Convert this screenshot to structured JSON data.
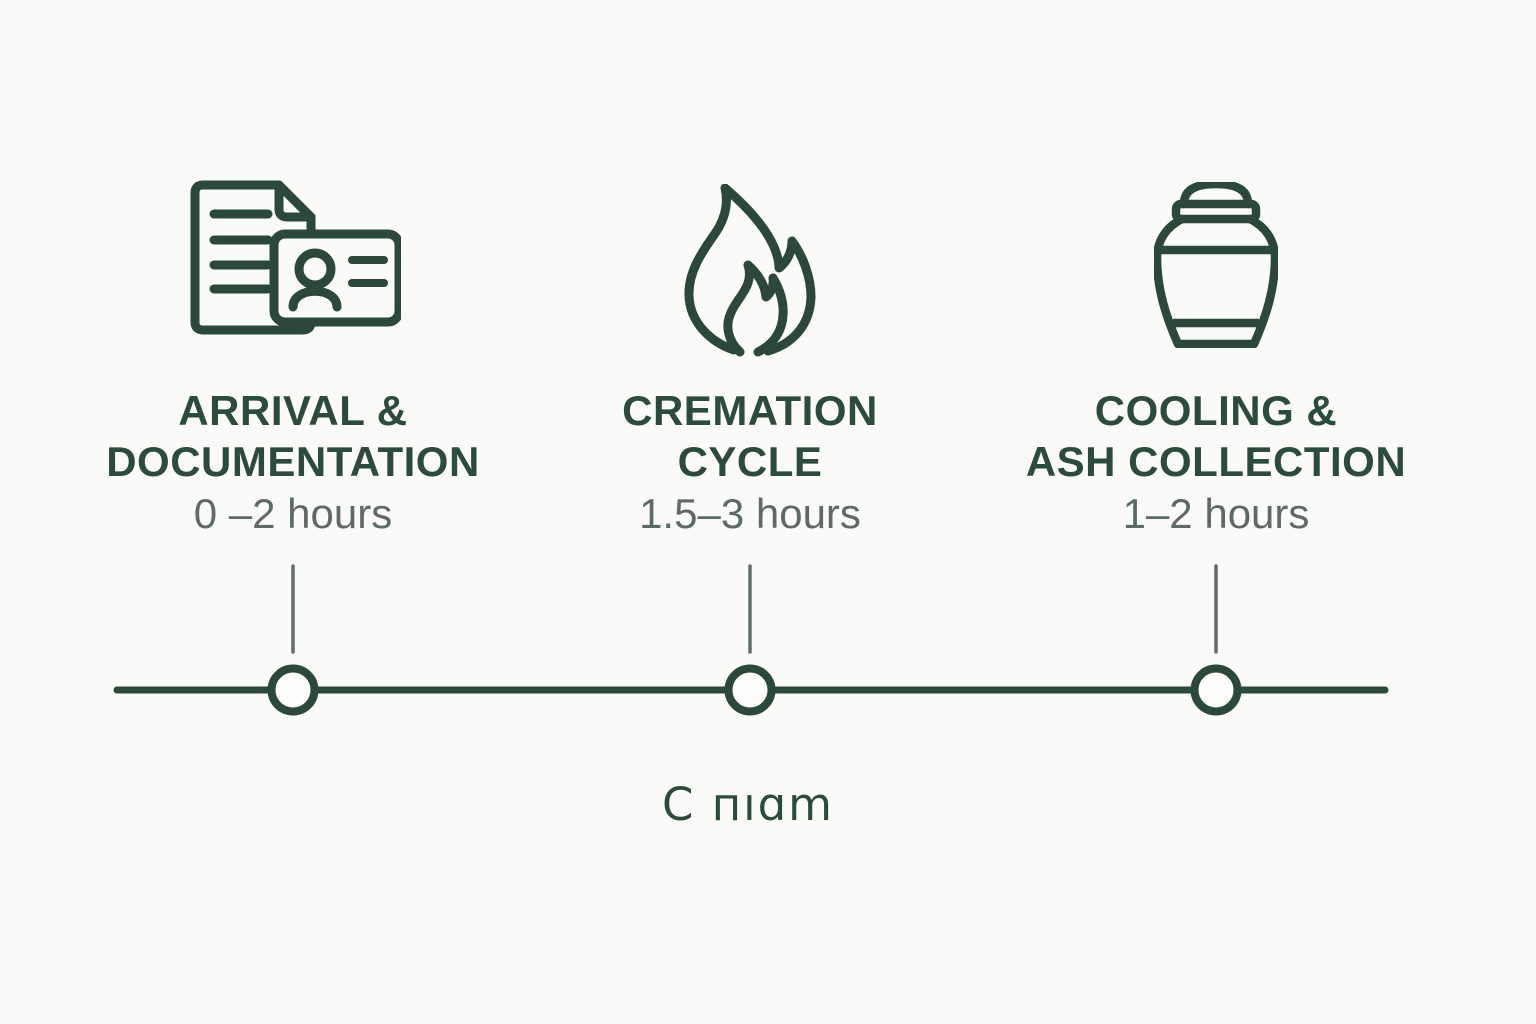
{
  "colors": {
    "background": "#fafaf8",
    "primary": "#2b4839",
    "title_text": "#2d4b3a",
    "muted_text": "#5d6a66",
    "connector": "#5f6e6b"
  },
  "stages": [
    {
      "id": "arrival-documentation",
      "icon": "document-id-icon",
      "title_line1": "ARRIVAL &",
      "title_line2": "DOCUMENTATION",
      "duration": "0 –2 hours"
    },
    {
      "id": "cremation-cycle",
      "icon": "flame-icon",
      "title_line1": "CREMATION",
      "title_line2": "CYCLE",
      "duration": "1.5–3 hours"
    },
    {
      "id": "cooling-ash-collection",
      "icon": "urn-icon",
      "title_line1": "COOLING &",
      "title_line2": "ASH COLLECTION",
      "duration": "1–2 hours"
    }
  ],
  "timeline": {
    "node_count": 3
  },
  "watermark": {
    "text": "C пıɑm"
  }
}
